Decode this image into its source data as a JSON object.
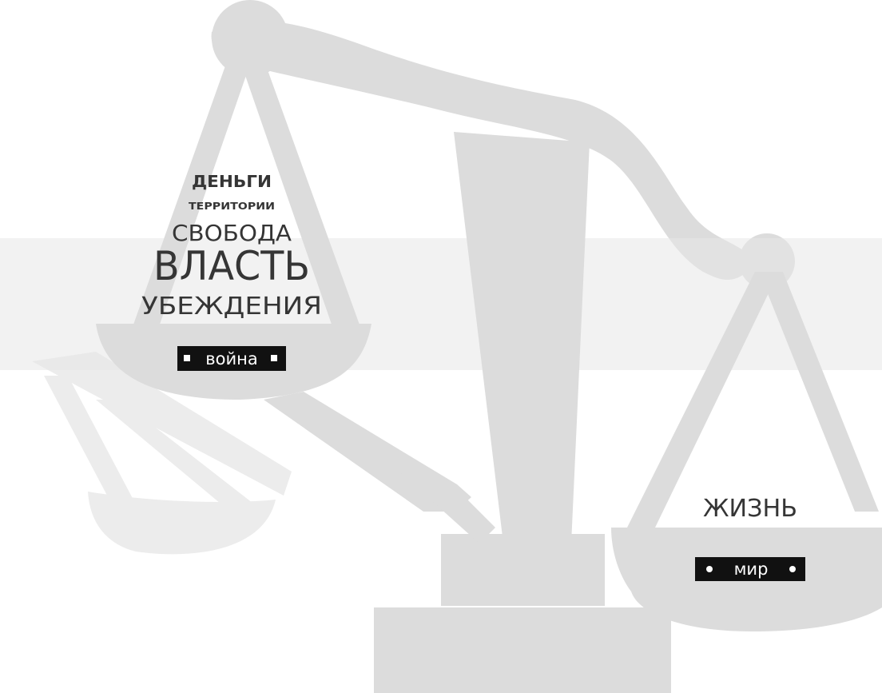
{
  "colors": {
    "background": "#ffffff",
    "scale": "#dcdcdc",
    "ghost_scale": "#ececec",
    "text": "#353535",
    "tag_background": "#111111",
    "tag_text": "#ffffff"
  },
  "left_pan": {
    "words": [
      "ДЕНЬГИ",
      "ТЕРРИТОРИИ",
      "СВОБОДА",
      "ВЛАСТЬ",
      "УБЕЖДЕНИЯ"
    ],
    "tag": "война"
  },
  "right_pan": {
    "words": [
      "ЖИЗНЬ"
    ],
    "tag": "мир"
  }
}
